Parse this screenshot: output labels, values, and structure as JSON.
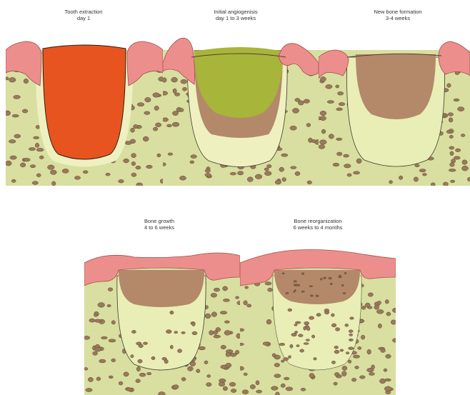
{
  "stages": [
    {
      "title": "Tooth extraction",
      "time": "day 1"
    },
    {
      "title": "Initial angiogenisis",
      "time": "day 1 to 3 weeks"
    },
    {
      "title": "New bone formation",
      "time": "3-4 weeks"
    },
    {
      "title": "Bone growth",
      "time": "4 to 6 weeks"
    },
    {
      "title": "Bone reorganization",
      "time": "6 weeks to 4 months"
    }
  ],
  "colors": {
    "gum": "#ec8f8c",
    "gum_outline": "#9d4f4f",
    "bone": "#d8dfa0",
    "bone_pores": "#9a7a5a",
    "socket_lining": "#eef0c0",
    "blood_clot": "#e8541f",
    "angiogenesis_tissue": "#a7b53a",
    "granulation_tissue": "#b3896a",
    "new_bone": "#e8eeb6"
  }
}
